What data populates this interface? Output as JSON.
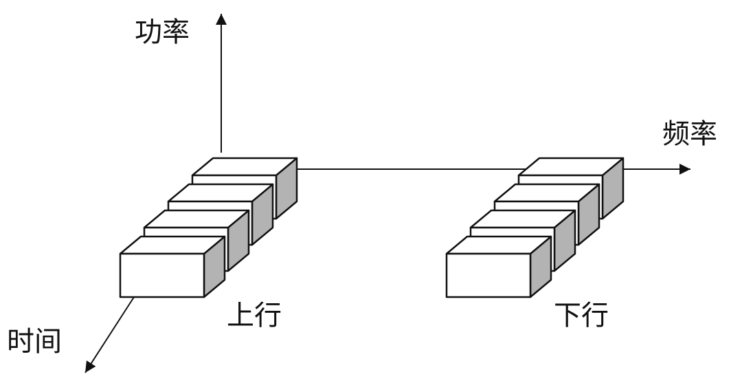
{
  "axes": {
    "power_label": "功率",
    "frequency_label": "频率",
    "time_label": "时间"
  },
  "groups": [
    {
      "label": "上行",
      "blocks": 4
    },
    {
      "label": "下行",
      "blocks": 4
    }
  ],
  "colors": {
    "stroke": "#111111",
    "block_front": "#ffffff",
    "block_top": "#ffffff",
    "block_side": "#b3b3b3"
  }
}
